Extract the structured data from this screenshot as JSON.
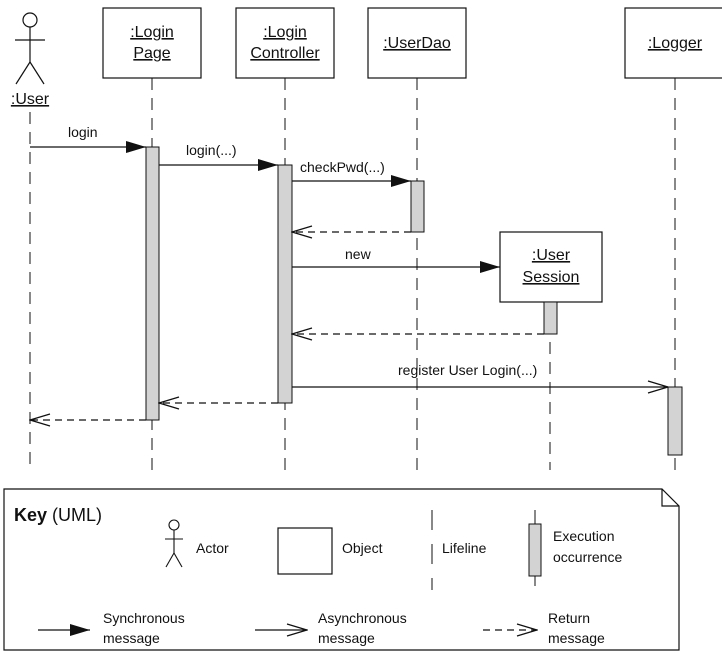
{
  "participants": [
    {
      "id": "user",
      "kind": "actor",
      "lines": [
        ":User"
      ]
    },
    {
      "id": "login-page",
      "kind": "object",
      "lines": [
        ":Login",
        "Page"
      ]
    },
    {
      "id": "login-controller",
      "kind": "object",
      "lines": [
        ":Login",
        "Controller"
      ]
    },
    {
      "id": "userdao",
      "kind": "object",
      "lines": [
        ":UserDao"
      ]
    },
    {
      "id": "user-session",
      "kind": "object",
      "lines": [
        ":User",
        "Session"
      ]
    },
    {
      "id": "logger",
      "kind": "object",
      "lines": [
        ":Logger"
      ]
    }
  ],
  "messages": [
    {
      "id": "login",
      "label": "login",
      "type": "synchronous",
      "from": "user",
      "to": "login-page"
    },
    {
      "id": "login-call",
      "label": "login(...)",
      "type": "synchronous",
      "from": "login-page",
      "to": "login-controller"
    },
    {
      "id": "checkpwd",
      "label": "checkPwd(...)",
      "type": "synchronous",
      "from": "login-controller",
      "to": "userdao"
    },
    {
      "id": "checkpwd-return",
      "label": "",
      "type": "return",
      "from": "userdao",
      "to": "login-controller"
    },
    {
      "id": "new",
      "label": "new",
      "type": "synchronous",
      "from": "login-controller",
      "to": "user-session"
    },
    {
      "id": "session-return",
      "label": "",
      "type": "return",
      "from": "user-session",
      "to": "login-controller"
    },
    {
      "id": "register",
      "label": "register User Login(...)",
      "type": "asynchronous",
      "from": "login-controller",
      "to": "logger"
    },
    {
      "id": "controller-return",
      "label": "",
      "type": "return",
      "from": "login-controller",
      "to": "login-page"
    },
    {
      "id": "page-return",
      "label": "",
      "type": "return",
      "from": "login-page",
      "to": "user"
    }
  ],
  "key": {
    "title": "Key",
    "subtitle": "(UML)",
    "actor": "Actor",
    "object": "Object",
    "lifeline": "Lifeline",
    "execution": [
      "Execution",
      "occurrence"
    ],
    "synchronous": [
      "Synchronous",
      "message"
    ],
    "asynchronous": [
      "Asynchronous",
      "message"
    ],
    "return": [
      "Return",
      "message"
    ]
  }
}
